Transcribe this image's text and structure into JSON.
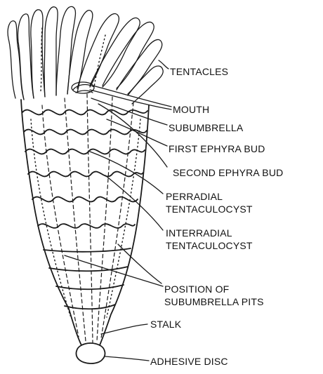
{
  "labels": {
    "tentacles": "TENTACLES",
    "mouth": "MOUTH",
    "subumbrella": "SUBUMBRELLA",
    "first_ephyra_bud": "FIRST EPHYRA BUD",
    "second_ephyra_bud": "SECOND EPHYRA BUD",
    "perradial_line1": "PERRADIAL",
    "perradial_line2": "TENTACULOCYST",
    "interradial_line1": "INTERRADIAL",
    "interradial_line2": "TENTACULOCYST",
    "pits_line1": "POSITION OF",
    "pits_line2": "SUBUMBRELLA PITS",
    "stalk": "STALK",
    "adhesive_disc": "ADHESIVE DISC"
  }
}
